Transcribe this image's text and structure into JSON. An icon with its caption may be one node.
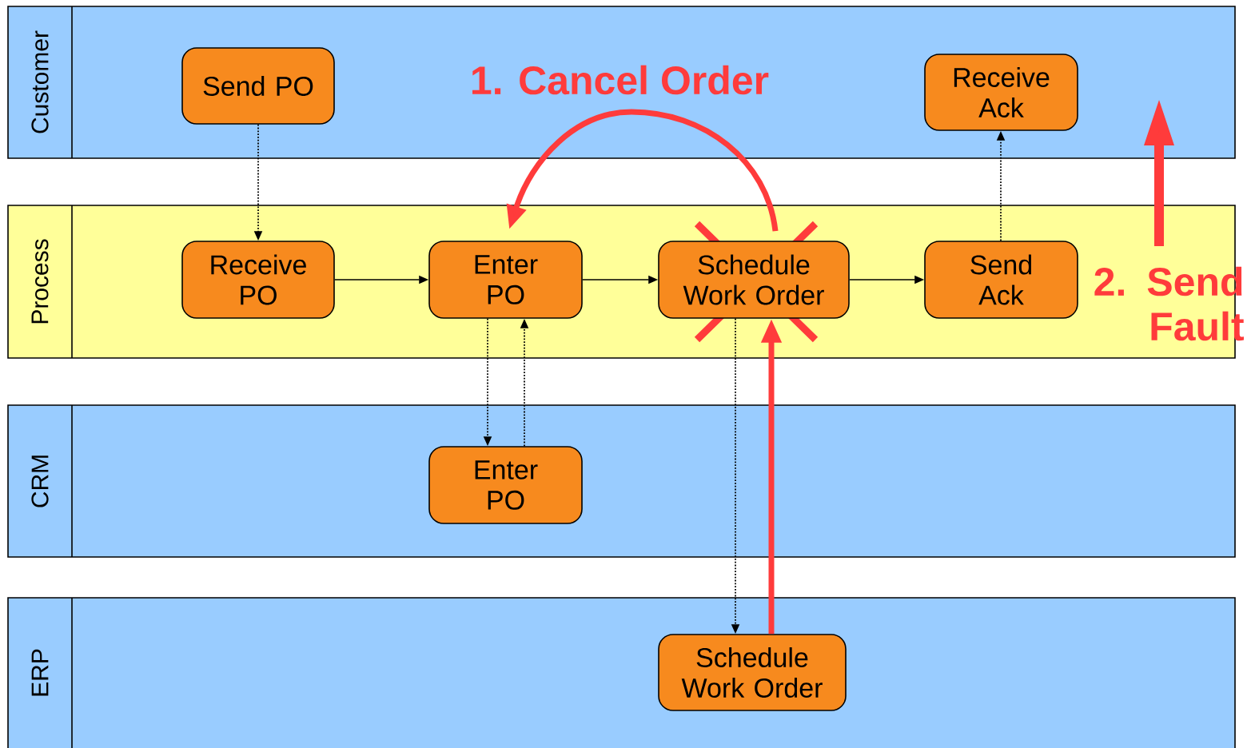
{
  "diagram": {
    "nodes": [
      {
        "text": [
          "Customer"
        ]
      },
      {
        "text": [
          "Process"
        ]
      },
      {
        "text": [
          "CRM"
        ]
      },
      {
        "text": [
          "ERP"
        ]
      },
      {
        "text": [
          "Send PO"
        ],
        "in": 0
      },
      {
        "text": [
          "Receive Ack"
        ],
        "in": 0
      },
      {
        "text": [
          "Receive PO"
        ],
        "in": 1
      },
      {
        "text": [
          "Enter PO"
        ],
        "in": 1
      },
      {
        "text": [
          "Schedule Work Order"
        ],
        "in": 1
      },
      {
        "text": [
          "Send Ack"
        ],
        "in": 1
      },
      {
        "text": [
          "Enter PO"
        ],
        "in": 2
      },
      {
        "text": [
          "Schedule Work Order"
        ],
        "in": 3
      }
    ],
    "edges": [
      {
        "from": 4,
        "to": 6,
        "arrow": "to",
        "style": "dashed"
      },
      {
        "from": 6,
        "to": 7,
        "arrow": "to"
      },
      {
        "from": 7,
        "to": 8,
        "arrow": "to"
      },
      {
        "from": 8,
        "to": 9,
        "arrow": "to"
      },
      {
        "from": 7,
        "to": 10,
        "arrow": "to",
        "style": "dashed"
      },
      {
        "from": 10,
        "to": 7,
        "arrow": "to",
        "style": "dashed"
      },
      {
        "from": 8,
        "to": 11,
        "arrow": "to",
        "style": "dashed"
      },
      {
        "from": 9,
        "to": 5,
        "arrow": "to",
        "style": "dashed"
      },
      {
        "from": 8,
        "to": 7,
        "arrow": "to",
        "style": "thick",
        "color": "#ff3b3b"
      },
      {
        "from": 11,
        "to": 8,
        "arrow": "to",
        "style": "thick",
        "color": "#ff3b3b"
      }
    ],
    "labels": [
      "1. Cancel Order",
      "2. Send Fault"
    ]
  }
}
